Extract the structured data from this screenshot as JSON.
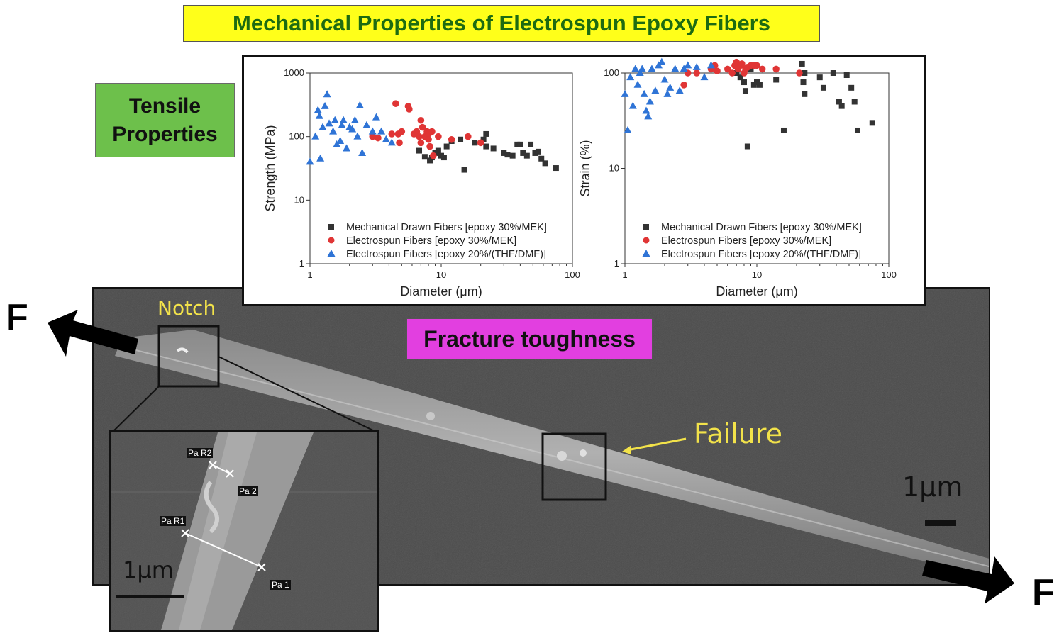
{
  "title": "Mechanical Properties of Electrospun Epoxy Fibers",
  "tensile_label": [
    "Tensile",
    "Properties"
  ],
  "fracture_label": "Fracture toughness",
  "notch_label": "Notch",
  "failure_label": "Failure",
  "scale_bar_main": "1μm",
  "scale_bar_inset": "1μm",
  "force_left": "F",
  "force_right": "F",
  "inset_labels": {
    "pa_r2": "Pa R2",
    "pa_2": "Pa 2",
    "pa_r1": "Pa R1",
    "pa_1": "Pa 1"
  },
  "colors": {
    "series_black": "#333333",
    "series_red": "#e03535",
    "series_blue": "#2f74d6",
    "title_green": "#1d6b12",
    "banner_yellow": "#ffff1a",
    "tensile_green": "#6dc04b",
    "fracture_magenta": "#e23fe0",
    "annotation_yellow": "#f2e24a"
  },
  "chart_data": [
    {
      "type": "scatter",
      "xlabel": "Diameter (μm)",
      "ylabel": "Strength (MPa)",
      "xscale": "log",
      "yscale": "log",
      "xlim": [
        1,
        100
      ],
      "ylim": [
        1,
        1000
      ],
      "xticks": [
        "1",
        "10",
        "100"
      ],
      "yticks": [
        "1",
        "10",
        "100",
        "1000"
      ],
      "legend_position": "bottom",
      "series": [
        {
          "name": "Mechanical Drawn Fibers [epoxy 30%/MEK]",
          "marker": "square",
          "color": "#333333",
          "points": [
            [
              6.8,
              60
            ],
            [
              7.5,
              48
            ],
            [
              8.2,
              42
            ],
            [
              8.5,
              47
            ],
            [
              9,
              55
            ],
            [
              9.5,
              60
            ],
            [
              10,
              50
            ],
            [
              10.5,
              47
            ],
            [
              11,
              70
            ],
            [
              12,
              85
            ],
            [
              14,
              90
            ],
            [
              15,
              30
            ],
            [
              18,
              80
            ],
            [
              21,
              90
            ],
            [
              22,
              110
            ],
            [
              22,
              70
            ],
            [
              25,
              65
            ],
            [
              30,
              55
            ],
            [
              32,
              52
            ],
            [
              35,
              50
            ],
            [
              38,
              75
            ],
            [
              40,
              75
            ],
            [
              42,
              55
            ],
            [
              45,
              50
            ],
            [
              48,
              75
            ],
            [
              52,
              55
            ],
            [
              55,
              58
            ],
            [
              58,
              45
            ],
            [
              62,
              38
            ],
            [
              75,
              32
            ]
          ]
        },
        {
          "name": "Electrospun Fibers [epoxy 30%/MEK]",
          "marker": "circle",
          "color": "#e03535",
          "points": [
            [
              3,
              100
            ],
            [
              3.3,
              95
            ],
            [
              4.2,
              110
            ],
            [
              4.5,
              330
            ],
            [
              4.7,
              110
            ],
            [
              4.8,
              80
            ],
            [
              5,
              120
            ],
            [
              5.6,
              300
            ],
            [
              5.7,
              270
            ],
            [
              6.2,
              110
            ],
            [
              6.5,
              120
            ],
            [
              6.8,
              100
            ],
            [
              7,
              180
            ],
            [
              7,
              80
            ],
            [
              7.2,
              140
            ],
            [
              7.5,
              100
            ],
            [
              7.8,
              120
            ],
            [
              8,
              110
            ],
            [
              8,
              90
            ],
            [
              8.2,
              70
            ],
            [
              8.5,
              120
            ],
            [
              8.7,
              50
            ],
            [
              9.5,
              100
            ],
            [
              12,
              90
            ],
            [
              16,
              100
            ],
            [
              20,
              80
            ]
          ]
        },
        {
          "name": "Electrospun Fibers [epoxy 20%/(THF/DMF)]",
          "marker": "triangle",
          "color": "#2f74d6",
          "points": [
            [
              1,
              40
            ],
            [
              1.1,
              100
            ],
            [
              1.15,
              260
            ],
            [
              1.18,
              210
            ],
            [
              1.2,
              45
            ],
            [
              1.25,
              140
            ],
            [
              1.3,
              300
            ],
            [
              1.35,
              460
            ],
            [
              1.4,
              160
            ],
            [
              1.5,
              120
            ],
            [
              1.55,
              180
            ],
            [
              1.6,
              75
            ],
            [
              1.7,
              85
            ],
            [
              1.75,
              150
            ],
            [
              1.8,
              180
            ],
            [
              1.9,
              65
            ],
            [
              2,
              140
            ],
            [
              2.1,
              130
            ],
            [
              2.2,
              180
            ],
            [
              2.3,
              100
            ],
            [
              2.4,
              310
            ],
            [
              2.5,
              55
            ],
            [
              2.7,
              150
            ],
            [
              3,
              120
            ],
            [
              3.2,
              200
            ],
            [
              3.5,
              120
            ],
            [
              3.8,
              90
            ],
            [
              4.2,
              80
            ]
          ]
        }
      ]
    },
    {
      "type": "scatter",
      "xlabel": "Diameter (μm)",
      "ylabel": "Strain (%)",
      "xscale": "log",
      "yscale": "log",
      "xlim": [
        1,
        100
      ],
      "ylim": [
        1,
        100
      ],
      "xticks": [
        "1",
        "10",
        "100"
      ],
      "yticks": [
        "1",
        "10",
        "100"
      ],
      "legend_position": "bottom",
      "series": [
        {
          "name": "Mechanical Drawn Fibers [epoxy 30%/MEK]",
          "marker": "square",
          "color": "#333333",
          "points": [
            [
              7,
              100
            ],
            [
              7.5,
              90
            ],
            [
              8,
              80
            ],
            [
              8.2,
              65
            ],
            [
              8.5,
              17
            ],
            [
              9,
              110
            ],
            [
              9.5,
              75
            ],
            [
              10,
              80
            ],
            [
              10.5,
              75
            ],
            [
              14,
              85
            ],
            [
              16,
              25
            ],
            [
              22,
              125
            ],
            [
              22.5,
              80
            ],
            [
              23,
              60
            ],
            [
              23,
              100
            ],
            [
              30,
              90
            ],
            [
              32,
              70
            ],
            [
              38,
              100
            ],
            [
              42,
              50
            ],
            [
              44,
              45
            ],
            [
              48,
              95
            ],
            [
              52,
              70
            ],
            [
              55,
              50
            ],
            [
              58,
              25
            ],
            [
              75,
              30
            ]
          ]
        },
        {
          "name": "Electrospun Fibers [epoxy 30%/MEK]",
          "marker": "circle",
          "color": "#e03535",
          "points": [
            [
              2.8,
              75
            ],
            [
              3,
              100
            ],
            [
              3.5,
              100
            ],
            [
              4.5,
              110
            ],
            [
              4.8,
              120
            ],
            [
              5,
              105
            ],
            [
              6,
              110
            ],
            [
              6.5,
              100
            ],
            [
              6.8,
              120
            ],
            [
              7,
              130
            ],
            [
              7.2,
              110
            ],
            [
              7.5,
              120
            ],
            [
              7.7,
              125
            ],
            [
              8,
              100
            ],
            [
              8.2,
              110
            ],
            [
              8.5,
              115
            ],
            [
              9,
              120
            ],
            [
              9.5,
              120
            ],
            [
              10,
              120
            ],
            [
              11,
              110
            ],
            [
              14,
              110
            ],
            [
              21,
              100
            ]
          ]
        },
        {
          "name": "Electrospun Fibers [epoxy 20%/(THF/DMF)]",
          "marker": "triangle",
          "color": "#2f74d6",
          "points": [
            [
              1,
              60
            ],
            [
              1.05,
              25
            ],
            [
              1.1,
              90
            ],
            [
              1.15,
              45
            ],
            [
              1.2,
              110
            ],
            [
              1.25,
              75
            ],
            [
              1.3,
              100
            ],
            [
              1.35,
              110
            ],
            [
              1.4,
              60
            ],
            [
              1.45,
              40
            ],
            [
              1.5,
              35
            ],
            [
              1.55,
              50
            ],
            [
              1.6,
              110
            ],
            [
              1.7,
              65
            ],
            [
              1.8,
              120
            ],
            [
              1.9,
              130
            ],
            [
              2,
              85
            ],
            [
              2.1,
              60
            ],
            [
              2.2,
              70
            ],
            [
              2.4,
              110
            ],
            [
              2.6,
              65
            ],
            [
              2.8,
              110
            ],
            [
              3,
              120
            ],
            [
              3.5,
              115
            ],
            [
              4,
              90
            ],
            [
              4.5,
              120
            ]
          ]
        }
      ]
    }
  ]
}
